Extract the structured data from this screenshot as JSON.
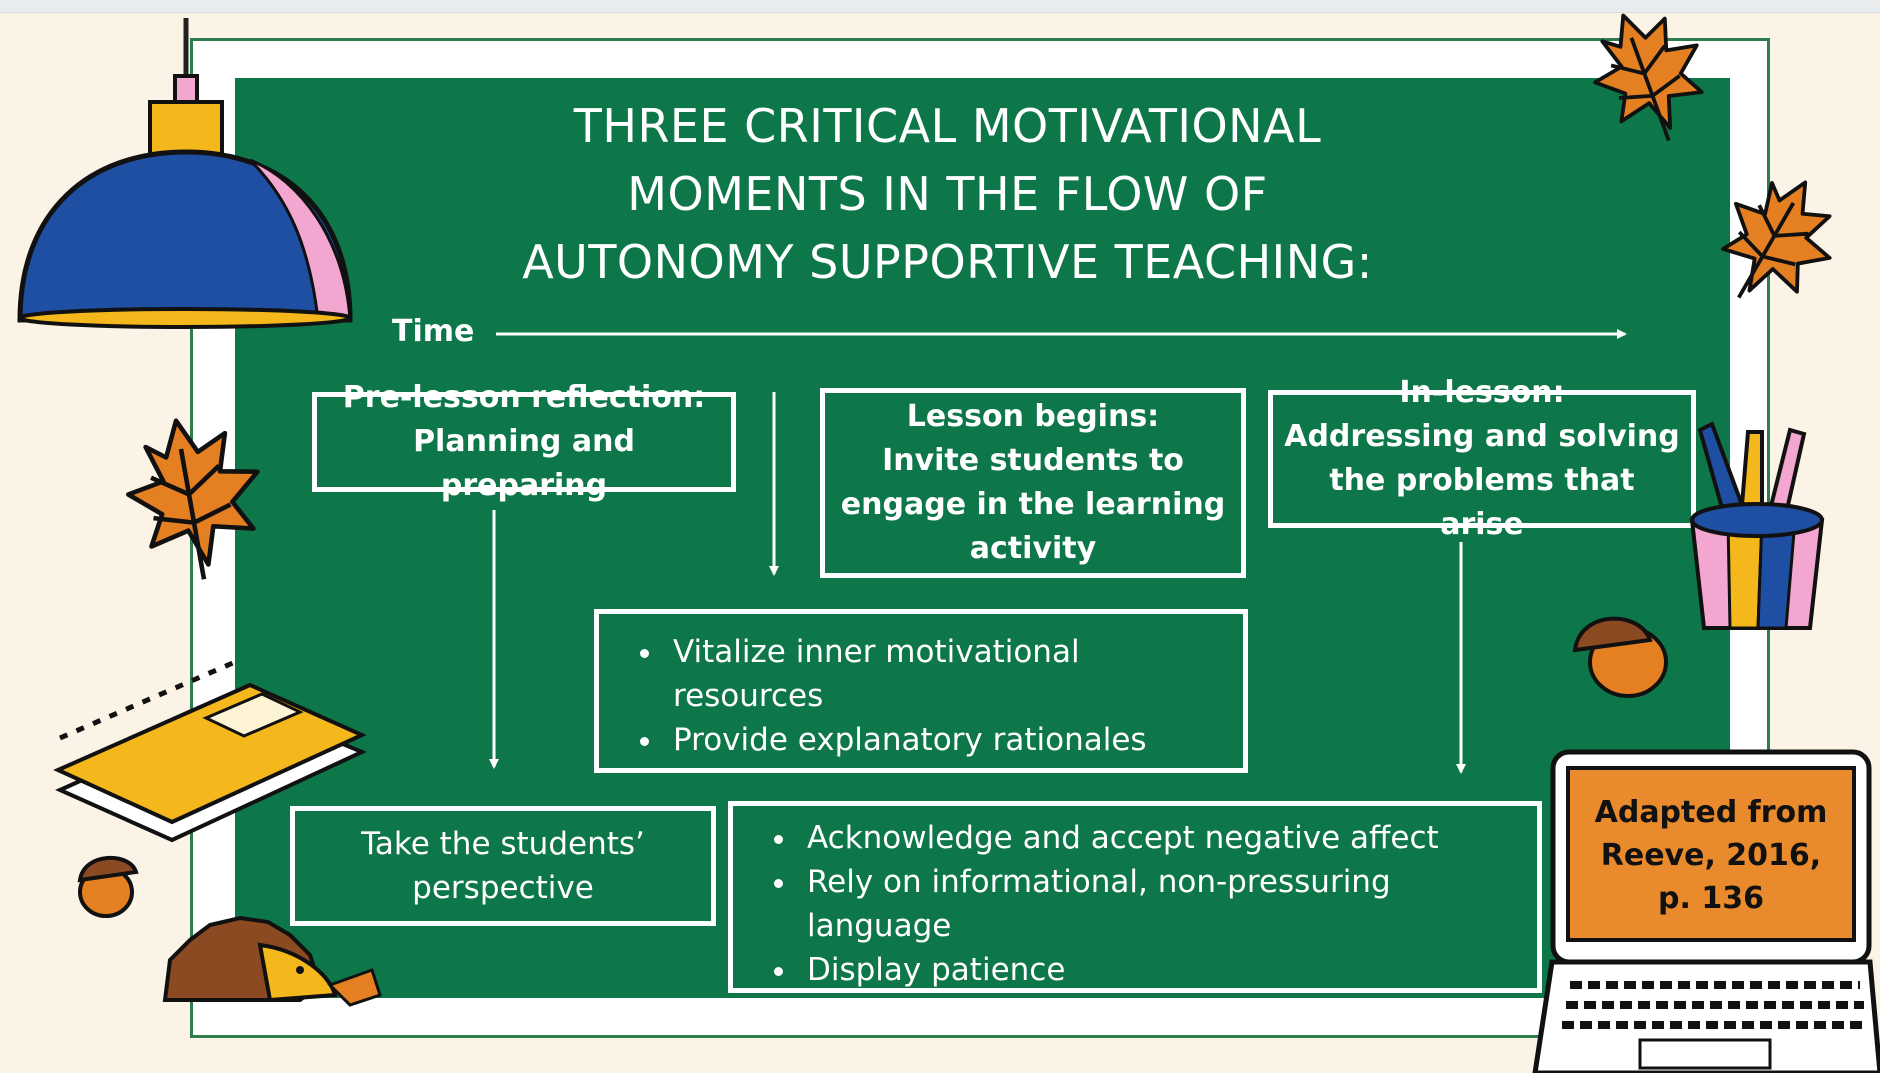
{
  "title_lines": [
    "THREE CRITICAL MOTIVATIONAL",
    "MOMENTS IN THE FLOW OF",
    "AUTONOMY SUPPORTIVE TEACHING:"
  ],
  "time_label": "Time",
  "stages": [
    {
      "lines": [
        "Pre-lesson reflection:",
        "Planning and preparing"
      ]
    },
    {
      "lines": [
        "Lesson begins:",
        "Invite students to",
        "engage in the learning",
        "activity"
      ]
    },
    {
      "lines": [
        "In-lesson:",
        "Addressing and solving",
        "the problems that arise"
      ]
    }
  ],
  "outcomes": {
    "pre_lesson": [
      "Take the students’",
      "perspective"
    ],
    "lesson_begins": [
      "Vitalize inner motivational resources",
      "Provide explanatory rationales"
    ],
    "in_lesson": [
      "Acknowledge and accept negative affect",
      "Rely on informational, non-pressuring language",
      "Display patience"
    ]
  },
  "credit_lines": [
    "Adapted from",
    "Reeve, 2016,",
    "p. 136"
  ],
  "colors": {
    "board": "#0d774a",
    "frame": "#ffffff",
    "background": "#fbf3e6",
    "leaf": "#e47f22",
    "lamp_blue": "#1e4fa2",
    "lamp_pink": "#f3a6cf",
    "notebook": "#f5b81c",
    "credit_box": "#e98a2c"
  },
  "decorations": [
    "lamp-icon",
    "maple-leaf-icon",
    "notebook-icon",
    "acorn-icon",
    "hedgehog-icon",
    "pencil-cup-icon",
    "laptop-icon"
  ]
}
